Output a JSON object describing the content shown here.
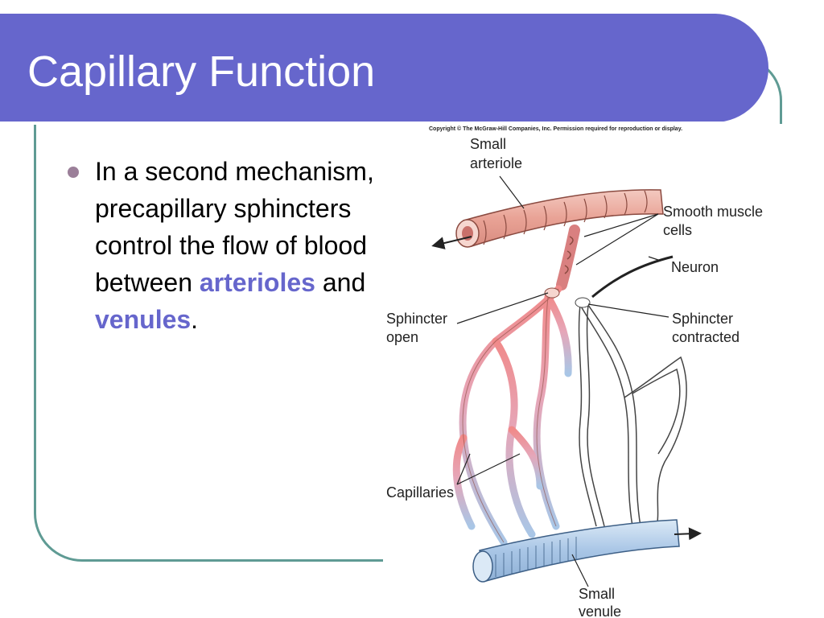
{
  "slide": {
    "title": "Capillary Function",
    "bullet": {
      "text_before": "In a second mechanism, precapillary sphincters control the flow of blood between ",
      "keyword1": "arterioles",
      "text_middle": " and ",
      "keyword2": "venules",
      "text_after": "."
    }
  },
  "figure": {
    "copyright": "Copyright © The McGraw-Hill Companies, Inc. Permission required for reproduction or display.",
    "labels": {
      "small_arteriole_line1": "Small",
      "small_arteriole_line2": "arteriole",
      "smooth_muscle_line1": "Smooth muscle",
      "smooth_muscle_line2": "cells",
      "neuron": "Neuron",
      "sphincter_open_line1": "Sphincter",
      "sphincter_open_line2": "open",
      "sphincter_contracted_line1": "Sphincter",
      "sphincter_contracted_line2": "contracted",
      "capillaries": "Capillaries",
      "small_venule_line1": "Small",
      "small_venule_line2": "venule"
    }
  },
  "colors": {
    "title_bar": "#6666cc",
    "frame": "#5f9b94",
    "bullet": "#9b7f99",
    "keyword": "#6666cc",
    "arterial": "#f08a8a",
    "venous": "#a9c6e6"
  }
}
